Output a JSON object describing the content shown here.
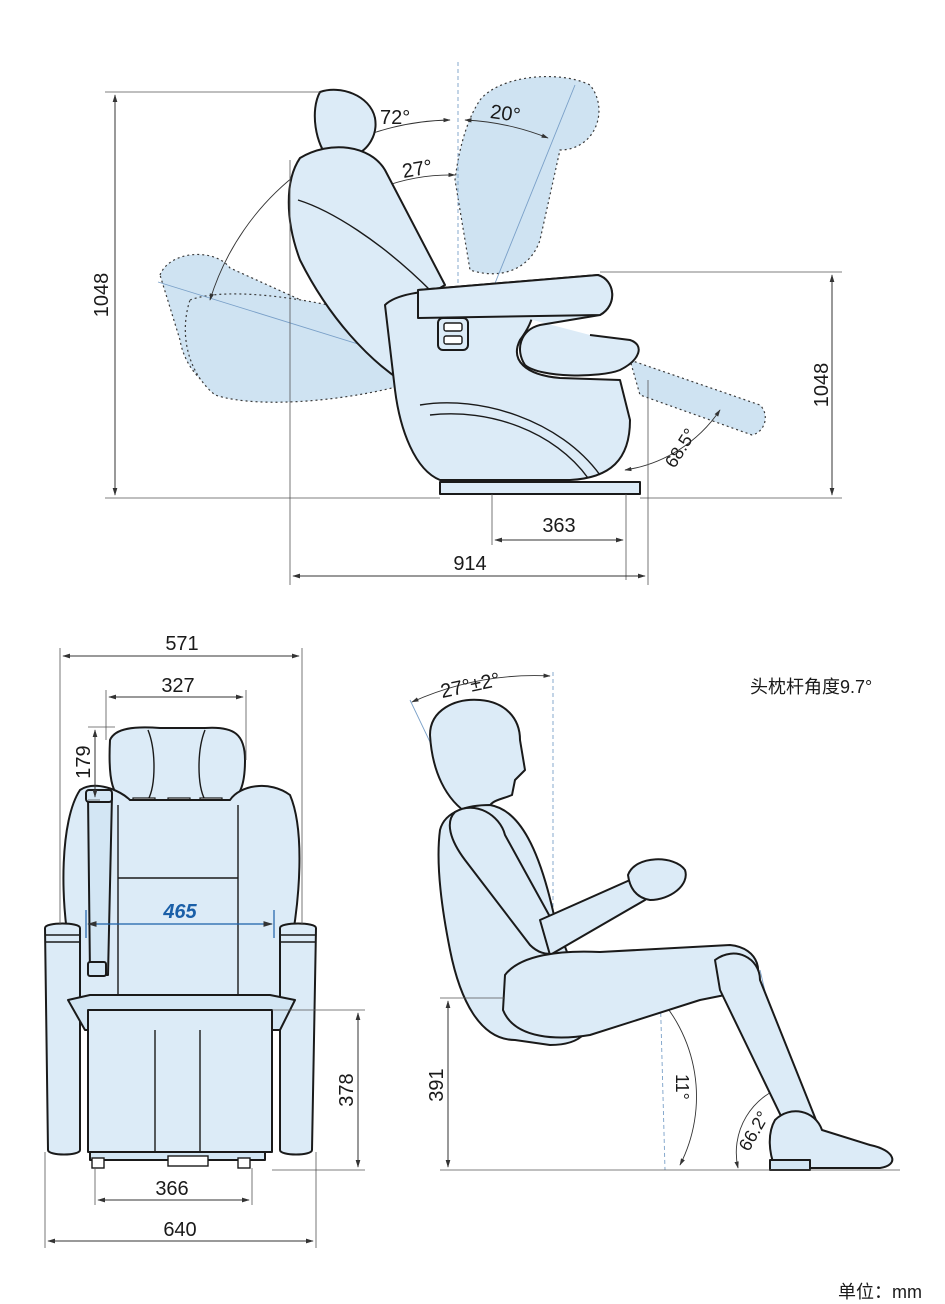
{
  "side_view": {
    "height_left": "1048",
    "height_right": "1048",
    "angle_backrest": "72°",
    "angle_headrest": "20°",
    "angle_recline": "27°",
    "angle_legrest": "68.5°",
    "rail_length": "363",
    "total_length": "914"
  },
  "front_view": {
    "width_top": "571",
    "headrest_width": "327",
    "headrest_height": "179",
    "seat_width": "465",
    "seat_height": "378",
    "base_width": "366",
    "total_width": "640"
  },
  "posture_view": {
    "torso_angle": "27°±2°",
    "headrest_rod_angle": "头枕杆角度9.7°",
    "thigh_angle": "11°",
    "knee_angle": "66.2°",
    "seat_height": "391"
  },
  "unit_label": "单位：mm",
  "colors": {
    "fill": "#dcebf7",
    "accent": "#1a5fa8",
    "line": "#1a1a1a"
  }
}
